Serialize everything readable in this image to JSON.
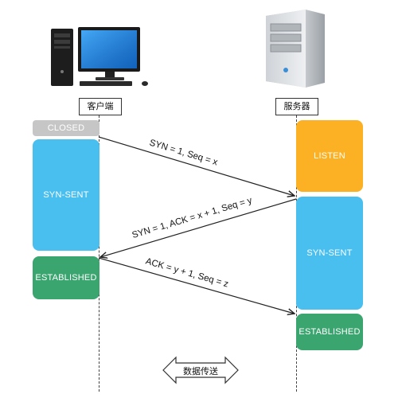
{
  "client": {
    "label": "客户端",
    "states": {
      "closed": "CLOSED",
      "syn_sent": "SYN-SENT",
      "established": "ESTABLISHED"
    }
  },
  "server": {
    "label": "服务器",
    "states": {
      "listen": "LISTEN",
      "syn_sent": "SYN-SENT",
      "established": "ESTABLISHED"
    }
  },
  "messages": {
    "m1": "SYN = 1, Seq = x",
    "m2": "SYN = 1, ACK = x + 1, Seq = y",
    "m3": "ACK = y + 1, Seq = z"
  },
  "transfer_label": "数据传送",
  "colors": {
    "closed": "#c6c6c6",
    "blue": "#49bff0",
    "green": "#3aa56f",
    "orange": "#fbb123"
  }
}
